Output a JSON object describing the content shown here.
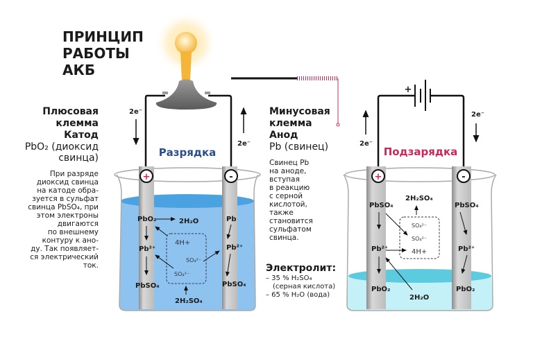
{
  "title": [
    "ПРИНЦИП",
    "РАБОТЫ",
    "АКБ"
  ],
  "left_info": {
    "heading": [
      "Плюсовая",
      "клемма"
    ],
    "role": "Катод",
    "material": "PbO₂ (диоксид",
    "material2": "свинца)",
    "paragraph": [
      "При разряде",
      "диоксид свинца",
      "на катоде обра-",
      "зуется в сульфат",
      "свинца PbSO₄, при",
      "этом электроны",
      "двигаются",
      "по внешнему",
      "контуру к ано-",
      "ду. Так появляет-",
      "ся электрический",
      "ток."
    ]
  },
  "right_info": {
    "heading": [
      "Минусовая",
      "клемма"
    ],
    "role": "Анод",
    "material": "Pb (свинец)",
    "paragraph": [
      "Свинец Pb",
      "на аноде,",
      "вступая",
      "в реакцию",
      "с серной",
      "кислотой,",
      "также",
      "становится",
      "сульфатом",
      "свинца."
    ]
  },
  "electrolyte": {
    "heading": "Электролит:",
    "lines": [
      "– 35 % H₂SO₄",
      "(серная кислота)",
      "– 65 % H₂O (вода)"
    ]
  },
  "discharge": {
    "label": "Разрядка",
    "electron_left": "2e⁻",
    "electron_right": "2e⁻",
    "plus": "+",
    "minus": "-",
    "left_plate": [
      "PbO₂",
      "Pb²⁺",
      "PbSO₄"
    ],
    "right_plate": [
      "Pb",
      "Pb²⁺",
      "PbSO₄"
    ],
    "water": "2H₂O",
    "ions": [
      "4H+",
      "SO₄²⁻",
      "SO₄²⁻"
    ],
    "acid": "2H₂SO₄"
  },
  "charge": {
    "label": "Подзарядка",
    "electron_left": "2e⁻",
    "electron_right": "2e⁻",
    "battery_plus": "+",
    "plus": "+",
    "minus": "-",
    "left_plate": [
      "PbSO₄",
      "Pb²⁺",
      "PbO₂"
    ],
    "right_plate": [
      "PbSO₄",
      "Pb²⁺",
      "PbO₂"
    ],
    "acid": "2H₂SO₄",
    "ions": [
      "SO₄²⁻",
      "SO₄²⁻",
      "4H+"
    ],
    "water": "2H₂O"
  },
  "colors": {
    "discharge": "#2b4f8a",
    "charge": "#c8285a",
    "electrolyte_dark": "#8fc3ef",
    "electrolyte_light": "#c4f0f8"
  }
}
